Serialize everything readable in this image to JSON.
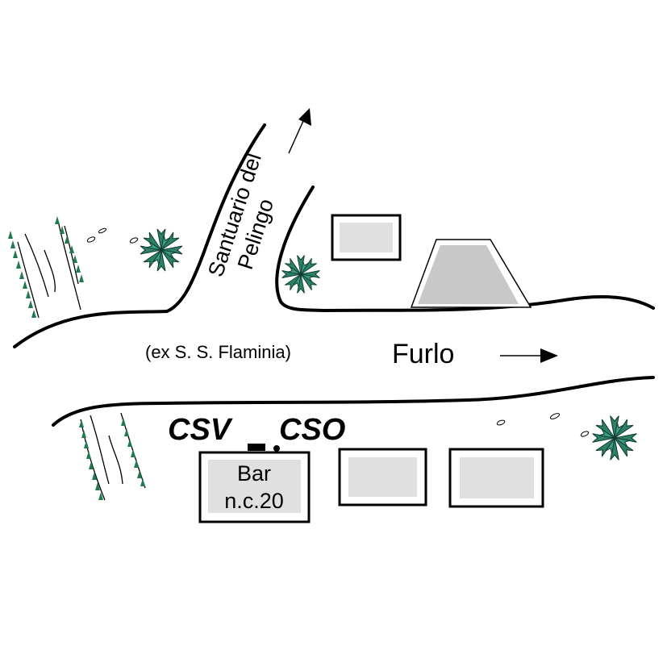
{
  "labels": {
    "road_north": [
      "Santuario del",
      "Pelingo"
    ],
    "road_main_sub": "(ex S. S. Flaminia)",
    "direction": "Furlo",
    "stop_1": "CSV",
    "stop_2": "CSO",
    "bar_line1": "Bar",
    "bar_line2": "n.c.20"
  },
  "colors": {
    "line": "#000000",
    "building_fill": "#e0e0e0",
    "tree": "#2e7f68",
    "grass": "#1f7a4e",
    "background": "#ffffff"
  },
  "icons": [
    "arrow-icon",
    "tree-icon",
    "grass-tuft-icon",
    "bus-stop-icon"
  ]
}
